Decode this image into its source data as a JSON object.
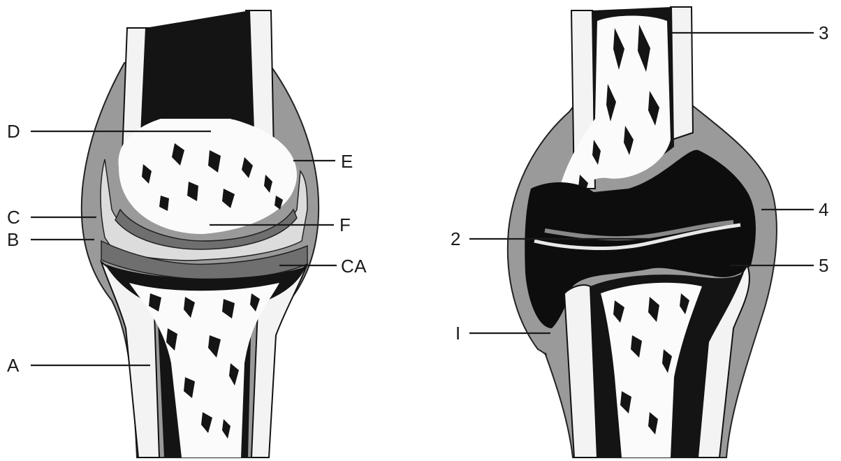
{
  "left_diagram": {
    "labels": [
      {
        "id": "A",
        "text": "A"
      },
      {
        "id": "B",
        "text": "B"
      },
      {
        "id": "C",
        "text": "C"
      },
      {
        "id": "D",
        "text": "D"
      },
      {
        "id": "E",
        "text": "E"
      },
      {
        "id": "F",
        "text": "F"
      },
      {
        "id": "CA",
        "text": "CA"
      }
    ]
  },
  "right_diagram": {
    "labels": [
      {
        "id": "1",
        "text": "I"
      },
      {
        "id": "2",
        "text": "2"
      },
      {
        "id": "3",
        "text": "3"
      },
      {
        "id": "4",
        "text": "4"
      },
      {
        "id": "5",
        "text": "5"
      }
    ]
  }
}
